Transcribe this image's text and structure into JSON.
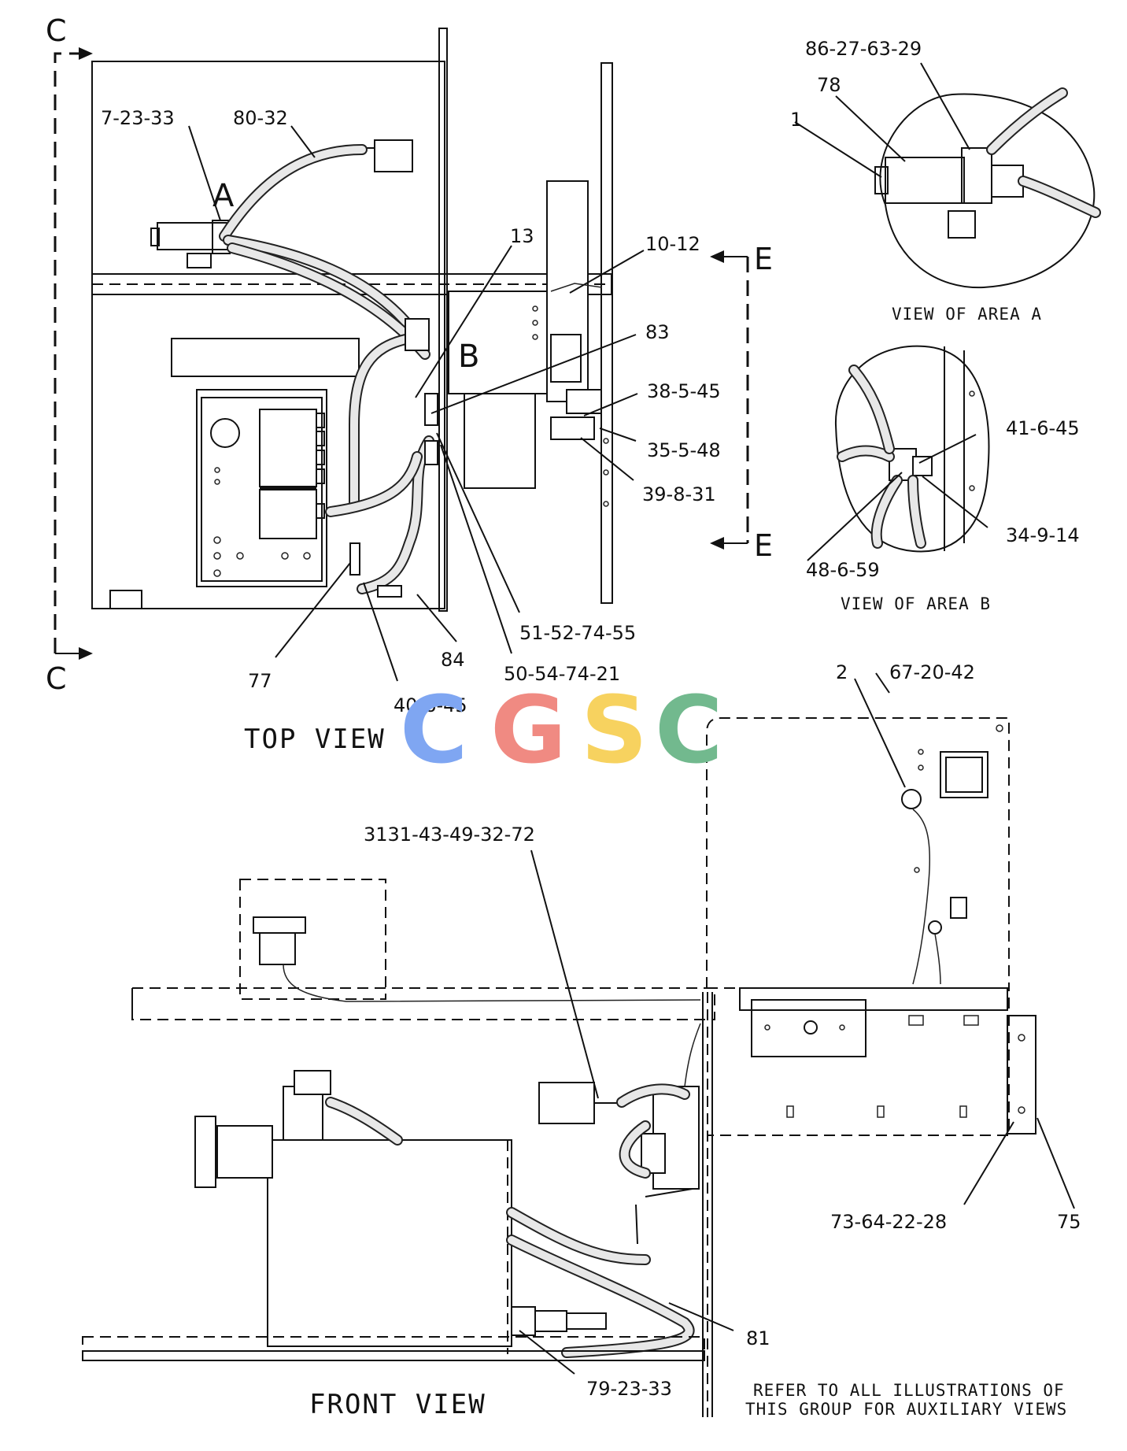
{
  "views": {
    "top_view_title": "TOP VIEW",
    "front_view_title": "FRONT VIEW",
    "view_area_a_title": "VIEW OF AREA A",
    "view_area_b_title": "VIEW OF AREA B"
  },
  "section_markers": {
    "c_top": "C",
    "c_bottom": "C",
    "e_top": "E",
    "e_bottom": "E"
  },
  "area_markers": {
    "a": "A",
    "b": "B"
  },
  "callouts": {
    "top_view": [
      "7-23-33",
      "80-32",
      "13",
      "10-12",
      "83",
      "38-5-45",
      "35-5-48",
      "39-8-31",
      "51-52-74-55",
      "50-54-74-21",
      "84",
      "77",
      "40-6-45"
    ],
    "area_a": [
      "86-27-63-29",
      "78",
      "1"
    ],
    "area_b": [
      "41-6-45",
      "34-9-14",
      "48-6-59"
    ],
    "front_view": [
      "2",
      "67-20-42",
      "3131-43-49-32-72",
      "73-64-22-28",
      "75",
      "81",
      "79-23-33"
    ]
  },
  "note": {
    "line1": "REFER TO ALL ILLUSTRATIONS OF",
    "line2": "THIS GROUP FOR AUXILIARY VIEWS"
  },
  "watermark": {
    "letters": [
      "C",
      "G",
      "S",
      "C"
    ],
    "colors": [
      "#7fa6f2",
      "#f08a82",
      "#f7d25f",
      "#72b98e"
    ]
  }
}
